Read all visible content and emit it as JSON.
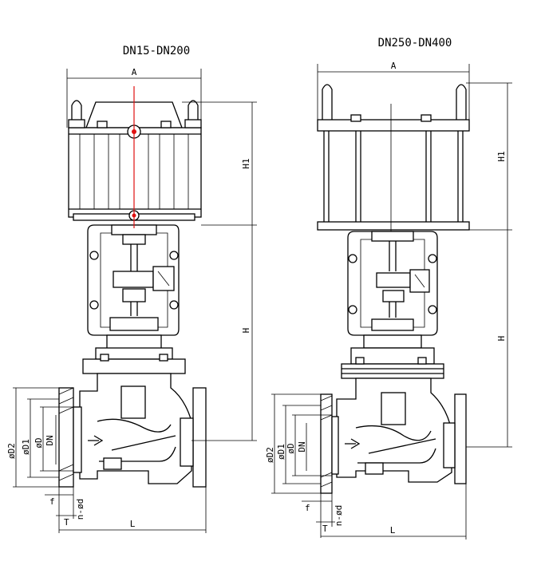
{
  "left_drawing": {
    "title": "DN15-DN200",
    "dims": {
      "A": "A",
      "H1": "H1",
      "H": "H",
      "D2": "øD2",
      "D1": "øD1",
      "D": "øD",
      "DN": "DN",
      "f": "f",
      "T": "T",
      "n_d": "n-ød",
      "L": "L"
    }
  },
  "right_drawing": {
    "title": "DN250-DN400",
    "dims": {
      "A": "A",
      "H1": "H1",
      "H": "H",
      "D2": "øD2",
      "D1": "øD1",
      "D": "øD",
      "DN": "DN",
      "f": "f",
      "T": "T",
      "n_d": "n-ød",
      "L": "L"
    }
  },
  "colors": {
    "line": "#000000",
    "centerline": "#e01010",
    "background": "#ffffff"
  }
}
